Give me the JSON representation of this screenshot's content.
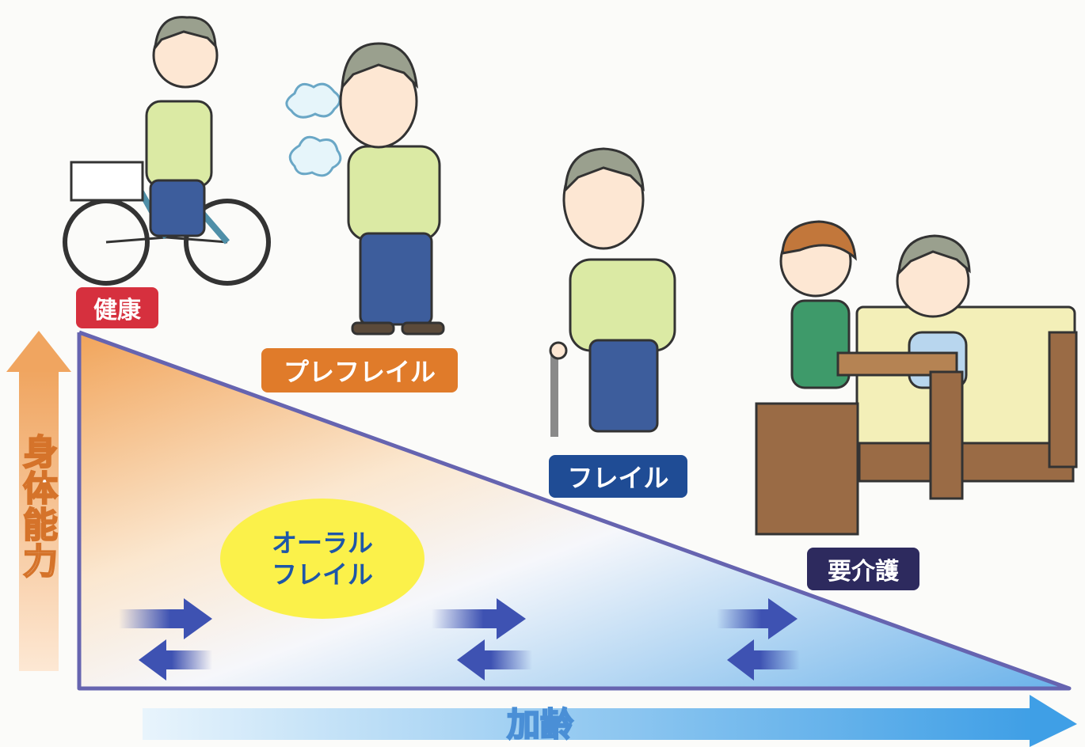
{
  "labels": {
    "healthy": "健康",
    "pre_frailty": "プレフレイル",
    "frailty": "フレイル",
    "care_required": "要介護"
  },
  "oral_frailty": {
    "line1": "オーラル",
    "line2": "フレイル"
  },
  "axes": {
    "y_label": "身体能力",
    "x_label": "加齢"
  },
  "colors": {
    "healthy_bg": "#d6303e",
    "pre_frailty_bg": "#e07b2a",
    "frailty_bg": "#1f4c95",
    "care_bg": "#2d2a5e",
    "oral_bg": "#fbf14a",
    "oral_text": "#1e56a8",
    "triangle_edge": "#6664b0",
    "y_arrow": "#f0a560",
    "x_arrow": "#4aa6e6",
    "small_arrow": "#3e52b2"
  },
  "icons": {
    "healthy": "man-riding-bicycle-illustration",
    "pre_frailty": "man-out-of-breath-illustration",
    "frailty": "man-with-cane-illustration",
    "care_required": "caregiver-feeding-man-in-bed-illustration"
  }
}
